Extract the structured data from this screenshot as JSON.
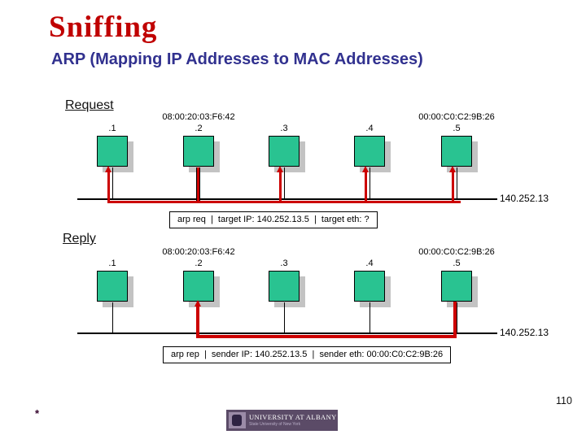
{
  "slide": {
    "title": "Sniffing",
    "subtitle": "ARP (Mapping IP Addresses to MAC Addresses)",
    "page_number": "110",
    "footnote_marker": "*"
  },
  "network": {
    "segment_label": "140.252.13",
    "host_labels": [
      ".1",
      ".2",
      ".3",
      ".4",
      ".5"
    ],
    "mac_host2": "08:00:20:03:F6:42",
    "mac_host5": "00:00:C0:C2:9B:26"
  },
  "request": {
    "label": "Request",
    "message": "arp req  |  target IP: 140.252.13.5  |  target eth: ?"
  },
  "reply": {
    "label": "Reply",
    "message": "arp rep  |  sender IP: 140.252.13.5  |  sender eth: 00:00:C0:C2:9B:26"
  },
  "footer": {
    "logo_title": "UNIVERSITY AT ALBANY",
    "logo_subtitle": "State University of New York"
  }
}
